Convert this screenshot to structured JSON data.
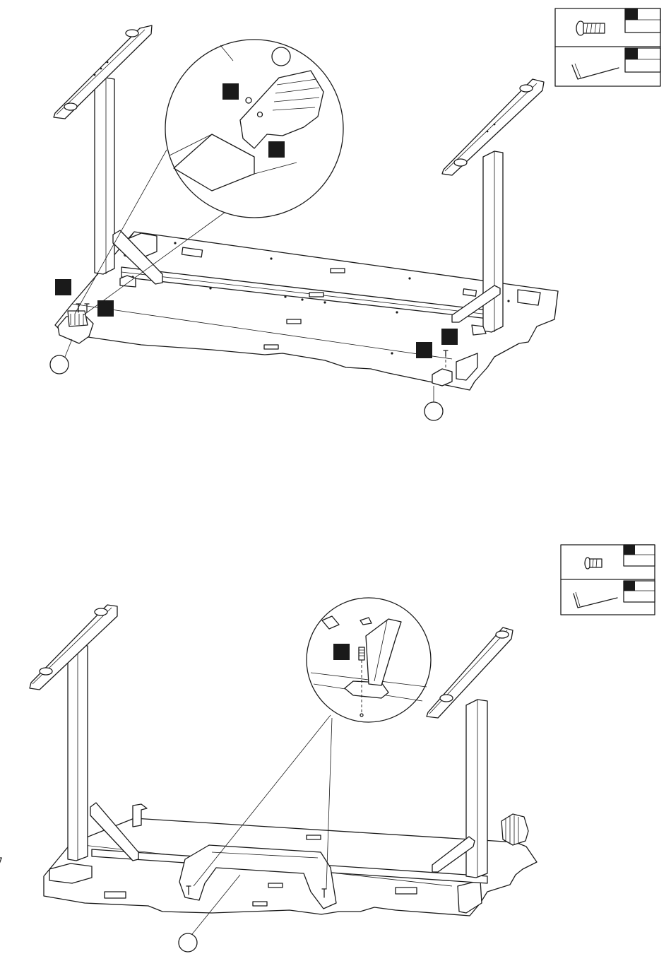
{
  "page": {
    "background": "#ffffff",
    "ink": "#1a1a1a"
  },
  "steps": [
    {
      "id": "step-a",
      "parts_legend": [
        "screw-icon",
        "allen-key-icon"
      ],
      "callouts": 3,
      "detail_view": "leg-bracket-detail"
    },
    {
      "id": "step-b",
      "parts_legend": [
        "screw-icon",
        "allen-key-icon"
      ],
      "callouts": 1,
      "detail_view": "center-bracket-detail"
    }
  ]
}
